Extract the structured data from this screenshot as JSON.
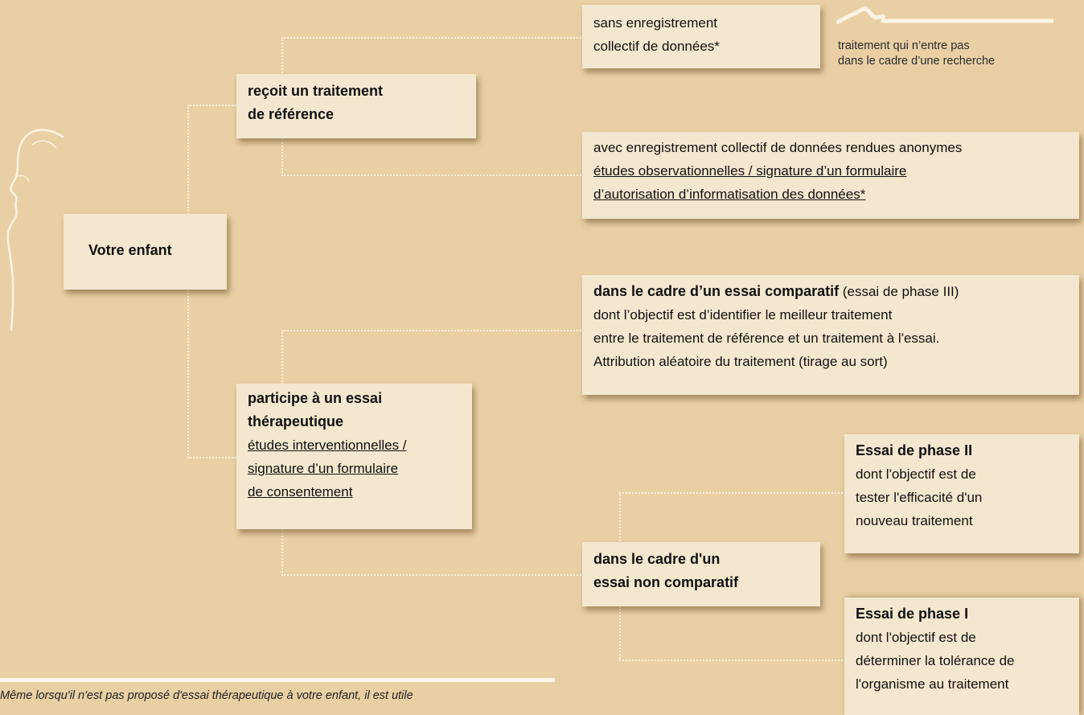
{
  "colors": {
    "background": "#e9cfa4",
    "box": "#f4e7cf",
    "connector": "#faf1e0"
  },
  "root": {
    "label": "Votre enfant"
  },
  "reference": {
    "line1": "reçoit un traitement",
    "line2": "de référence"
  },
  "no_registration": {
    "line1": "sans enregistrement",
    "line2": "collectif de données*"
  },
  "note": {
    "line1": "traitement qui n’entre pas",
    "line2": "dans le cadre d’une recherche"
  },
  "with_registration": {
    "line1": "avec enregistrement collectif de données rendues anonymes",
    "line2": "études observationnelles / signature d’un formulaire",
    "line3": "d’autorisation d’informatisation des données*"
  },
  "trial": {
    "line1": "participe à un essai",
    "line2": "thérapeutique",
    "line3": "études interventionnelles /",
    "line4": "signature d’un formulaire",
    "line5": "de consentement"
  },
  "comparative": {
    "title": "dans le cadre d’un essai comparatif",
    "title_suffix": " (essai de phase III)",
    "line2": "dont l’objectif est d’identifier le meilleur traitement",
    "line3": "entre le traitement de référence et un traitement à l'essai.",
    "line4": "Attribution aléatoire du traitement (tirage au sort)"
  },
  "non_comparative": {
    "line1": "dans le cadre d'un",
    "line2": "essai non comparatif"
  },
  "phase2": {
    "title": "Essai de phase II",
    "line2": "dont l'objectif est de",
    "line3": "tester l'efficacité d'un",
    "line4": "nouveau traitement"
  },
  "phase1": {
    "title": "Essai de phase I",
    "line2": "dont l'objectif est de",
    "line3": "déterminer la tolérance de",
    "line4": "l'organisme au traitement"
  },
  "footnote": {
    "text": "Même lorsqu'il n'est pas proposé d'essai thérapeutique à votre enfant, il est utile"
  },
  "decoration": {
    "icon": "child-profile-icon"
  }
}
